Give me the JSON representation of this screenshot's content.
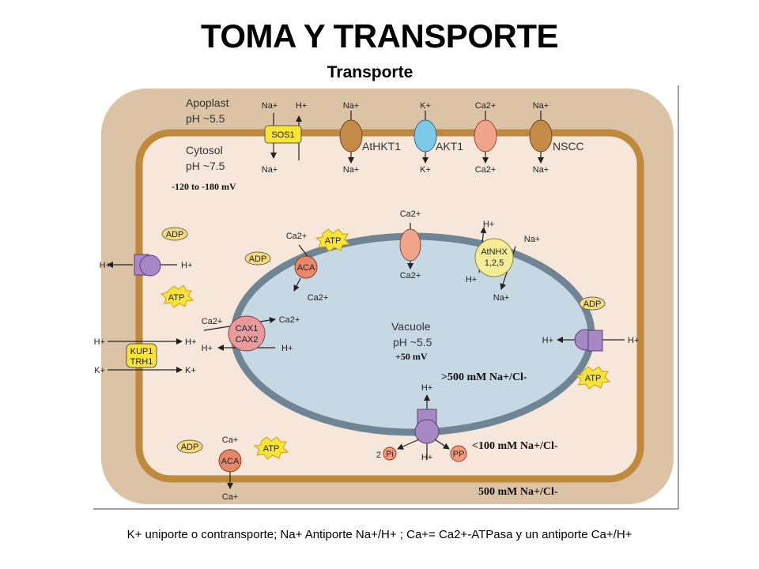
{
  "page": {
    "title": "TOMA Y TRANSPORTE",
    "subtitle": "Transporte"
  },
  "diagram": {
    "apoplast_label": "Apoplast",
    "apoplast_ph": "pH ~5.5",
    "cytosol_label": "Cytosol",
    "cytosol_ph": "pH ~7.5",
    "membrane_potential": "-120 to -180 mV",
    "vacuole_label": "Vacuole",
    "vacuole_ph": "pH ~5.5",
    "vacuole_potential": "+50 mV",
    "conc_vacuole": ">500 mM Na+/Cl-",
    "conc_cytosol": "<100 mM Na+/Cl-",
    "conc_apoplast": "500 mM Na+/Cl-",
    "transporters": {
      "sos1": "SOS1",
      "athkt1": "AtHKT1",
      "akt1": "AKT1",
      "nscc": "NSCC",
      "kup1": "KUP1",
      "trh1": "TRH1",
      "aca": "ACA",
      "cax1": "CAX1",
      "cax2": "CAX2",
      "atnhx": "AtNHX",
      "atnhx_num": "1,2,5"
    },
    "ions": {
      "na": "Na+",
      "h": "H+",
      "k": "K+",
      "ca": "Ca2+",
      "ca_plus": "Ca+"
    },
    "energy": {
      "atp": "ATP",
      "adp": "ADP",
      "pp": "PP",
      "pi": "Pi",
      "pi_coef": "2"
    }
  },
  "caption": {
    "text": "K+ uniporte o contransporte; Na+ Antiporte Na+/H+ ; Ca+= Ca2+-ATPasa y un antiporte Ca+/H+"
  },
  "colors": {
    "wall": "#dcc3a5",
    "membrane": "#c08a3c",
    "cytosol": "#f6e7da",
    "vacuole": "#c6d8e4",
    "tonoplast": "#6f8494",
    "atp": "#f7e33a",
    "adp": "#f7dc7c",
    "pump": "#a888c4",
    "aca": "#e8886a",
    "cax": "#e89a9c",
    "channel_brown": "#c48a48",
    "channel_blue": "#7fc9e8",
    "channel_pink": "#f0a48a",
    "pp": "#f59a7c"
  }
}
